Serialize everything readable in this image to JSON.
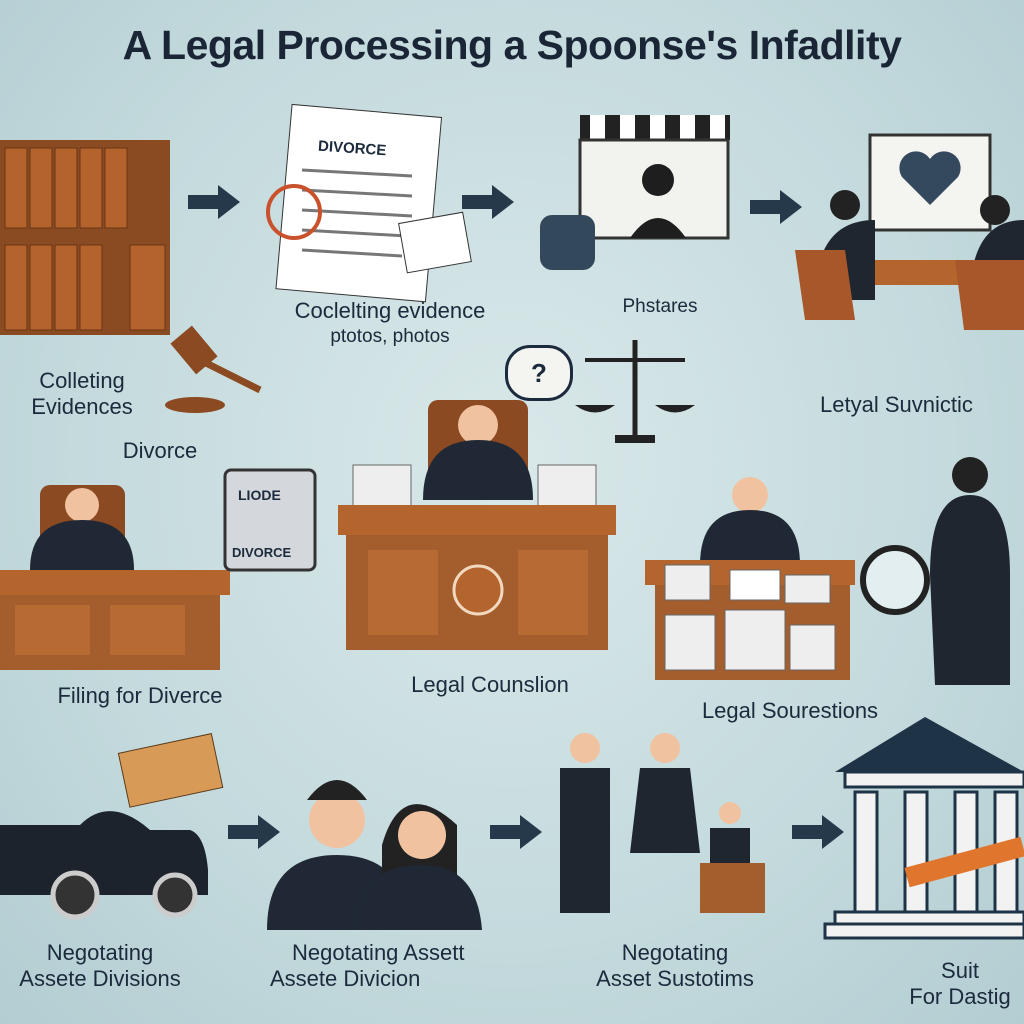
{
  "title": "A Legal Processing a Spoonse's Infadlity",
  "steps": {
    "evidence_doc": {
      "label1": "Coclelting evidence",
      "label2": "ptotos, photos",
      "doc_heading": "DIVORCE"
    },
    "photos": {
      "label": "Phstares"
    },
    "meeting": {
      "label": "Letyal Suvnictic"
    },
    "collecting": {
      "label1": "Colleting",
      "label2": "Evidences"
    },
    "divorce": {
      "label": "Divorce"
    },
    "filing": {
      "label": "Filing for Diverce",
      "book_line1": "LIODE",
      "book_line2": "DIVORCE"
    },
    "counsel": {
      "label": "Legal Counslion",
      "speech": "?"
    },
    "sourestions": {
      "label": "Legal Sourestions"
    },
    "car": {
      "label1": "Negotating",
      "label2": "Assete Divisions"
    },
    "couple": {
      "label1": "Negotating Assett",
      "label2": "Assete Divicion"
    },
    "family": {
      "label1": "Negotating",
      "label2": "Asset Sustotims"
    },
    "court": {
      "label1": "Suit",
      "label2": "For Dastig"
    }
  },
  "colors": {
    "accent": "#1f3a4d",
    "wood": "#a45d2c",
    "background": "#c8dcdf"
  }
}
